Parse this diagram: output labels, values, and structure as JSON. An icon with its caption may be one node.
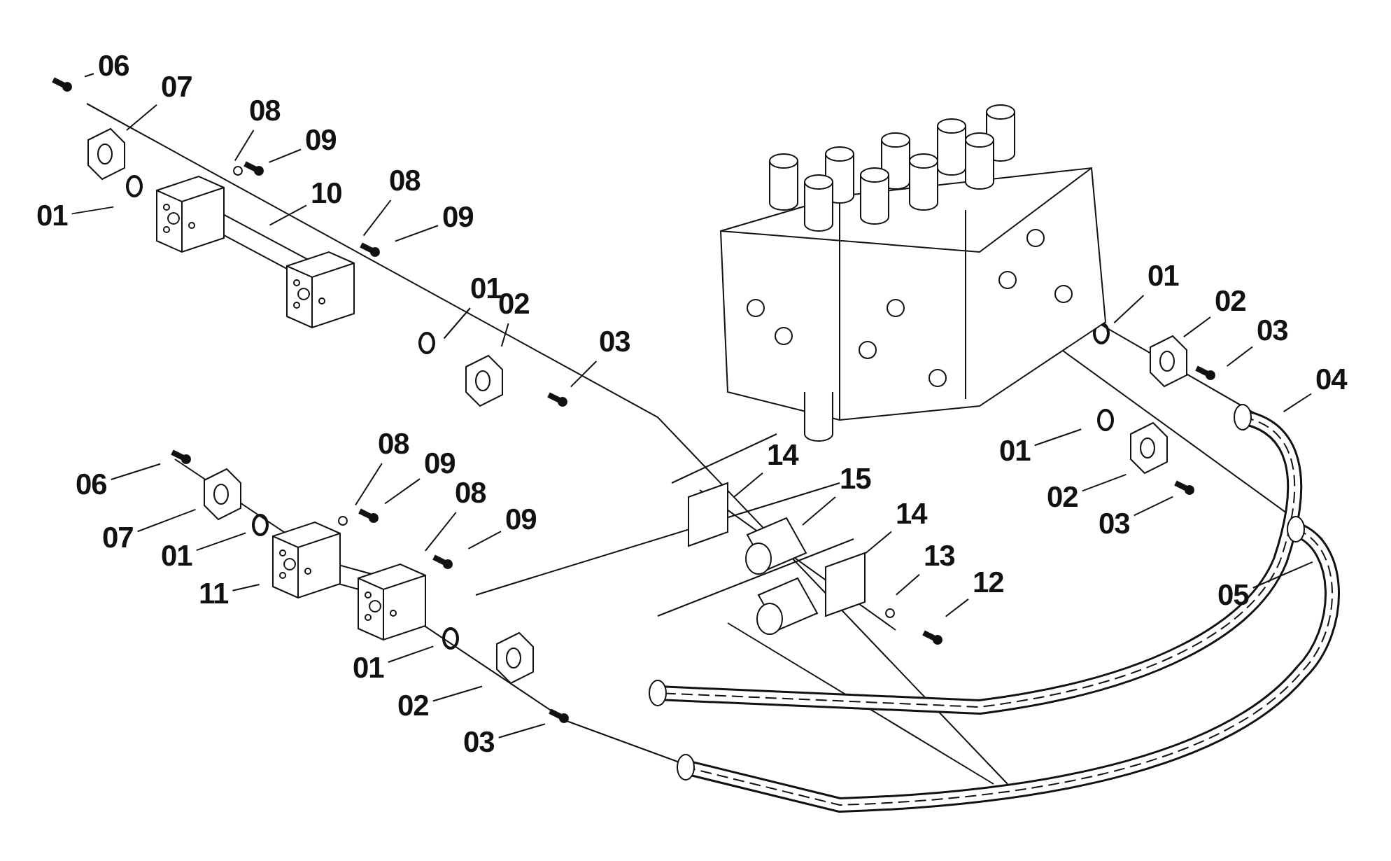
{
  "diagram": {
    "nodes": [
      {
        "text": [
          "06"
        ]
      },
      {
        "text": [
          "07"
        ]
      },
      {
        "text": [
          "08"
        ]
      },
      {
        "text": [
          "09"
        ]
      },
      {
        "text": [
          "10"
        ]
      },
      {
        "text": [
          "01"
        ]
      },
      {
        "text": [
          "08"
        ]
      },
      {
        "text": [
          "09"
        ]
      },
      {
        "text": [
          "01"
        ]
      },
      {
        "text": [
          "02"
        ]
      },
      {
        "text": [
          "03"
        ]
      },
      {
        "text": [
          "06"
        ]
      },
      {
        "text": [
          "07"
        ]
      },
      {
        "text": [
          "08"
        ]
      },
      {
        "text": [
          "09"
        ]
      },
      {
        "text": [
          "08"
        ]
      },
      {
        "text": [
          "09"
        ]
      },
      {
        "text": [
          "01"
        ]
      },
      {
        "text": [
          "11"
        ]
      },
      {
        "text": [
          "01"
        ]
      },
      {
        "text": [
          "02"
        ]
      },
      {
        "text": [
          "03"
        ]
      },
      {
        "text": [
          "01"
        ]
      },
      {
        "text": [
          "02"
        ]
      },
      {
        "text": [
          "03"
        ]
      },
      {
        "text": [
          "04"
        ]
      },
      {
        "text": [
          "01"
        ]
      },
      {
        "text": [
          "02"
        ]
      },
      {
        "text": [
          "03"
        ]
      },
      {
        "text": [
          "05"
        ]
      },
      {
        "text": [
          "14"
        ]
      },
      {
        "text": [
          "15"
        ]
      },
      {
        "text": [
          "14"
        ]
      },
      {
        "text": [
          "13"
        ]
      },
      {
        "text": [
          "12"
        ]
      }
    ],
    "edges": [
      {
        "from": 0,
        "to": null,
        "arrow": "none"
      },
      {
        "from": 1,
        "to": null,
        "arrow": "none"
      },
      {
        "from": 2,
        "to": null,
        "arrow": "none"
      },
      {
        "from": 3,
        "to": null,
        "arrow": "none"
      },
      {
        "from": 4,
        "to": null,
        "arrow": "none"
      },
      {
        "from": 5,
        "to": null,
        "arrow": "none"
      },
      {
        "from": 6,
        "to": null,
        "arrow": "none"
      },
      {
        "from": 7,
        "to": null,
        "arrow": "none"
      },
      {
        "from": 8,
        "to": null,
        "arrow": "none"
      },
      {
        "from": 9,
        "to": null,
        "arrow": "none"
      },
      {
        "from": 10,
        "to": null,
        "arrow": "none"
      },
      {
        "from": 11,
        "to": null,
        "arrow": "none"
      },
      {
        "from": 12,
        "to": null,
        "arrow": "none"
      },
      {
        "from": 13,
        "to": null,
        "arrow": "none"
      },
      {
        "from": 14,
        "to": null,
        "arrow": "none"
      },
      {
        "from": 15,
        "to": null,
        "arrow": "none"
      },
      {
        "from": 16,
        "to": null,
        "arrow": "none"
      },
      {
        "from": 17,
        "to": null,
        "arrow": "none"
      },
      {
        "from": 18,
        "to": null,
        "arrow": "none"
      },
      {
        "from": 19,
        "to": null,
        "arrow": "none"
      },
      {
        "from": 20,
        "to": null,
        "arrow": "none"
      },
      {
        "from": 21,
        "to": null,
        "arrow": "none"
      },
      {
        "from": 22,
        "to": null,
        "arrow": "none"
      },
      {
        "from": 23,
        "to": null,
        "arrow": "none"
      },
      {
        "from": 24,
        "to": null,
        "arrow": "none"
      },
      {
        "from": 25,
        "to": null,
        "arrow": "none"
      },
      {
        "from": 26,
        "to": null,
        "arrow": "none"
      },
      {
        "from": 27,
        "to": null,
        "arrow": "none"
      },
      {
        "from": 28,
        "to": null,
        "arrow": "none"
      },
      {
        "from": 29,
        "to": null,
        "arrow": "none"
      },
      {
        "from": 30,
        "to": null,
        "arrow": "none"
      },
      {
        "from": 31,
        "to": null,
        "arrow": "none"
      },
      {
        "from": 32,
        "to": null,
        "arrow": "none"
      },
      {
        "from": 33,
        "to": null,
        "arrow": "none"
      },
      {
        "from": 34,
        "to": null,
        "arrow": "none"
      }
    ]
  }
}
